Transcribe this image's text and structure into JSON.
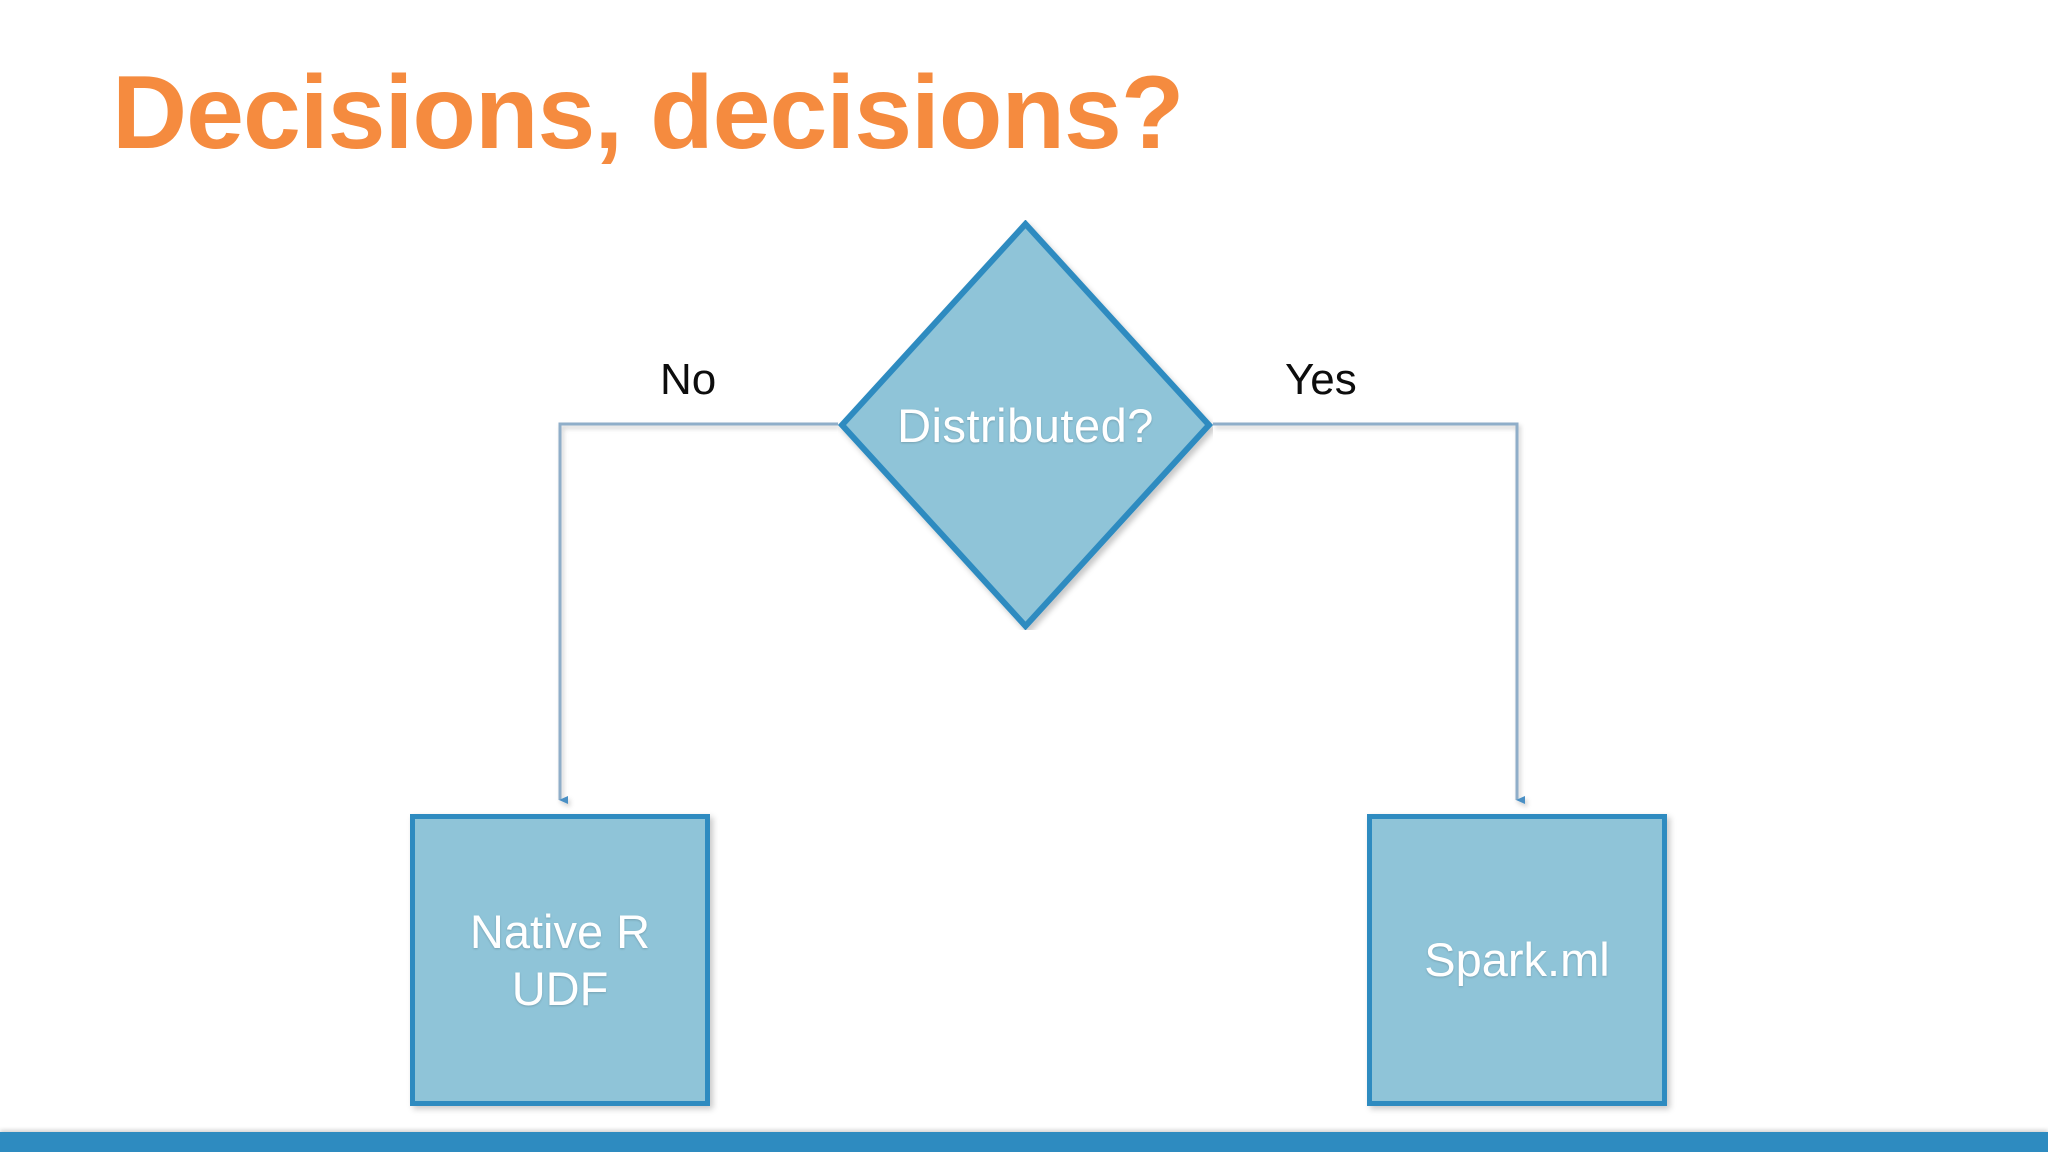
{
  "slide": {
    "title": "Decisions, decisions?",
    "title_color": "#F58B3F",
    "background_color": "#FFFFFF",
    "accent_bar_color": "#2E8BC0"
  },
  "diagram": {
    "type": "flowchart",
    "shape_fill_color": "#8FC4D8",
    "shape_border_color": "#2E8BC0",
    "connector_color": "#8FAEC9",
    "shape_text_color": "#FFFFFF",
    "decision": {
      "label": "Distributed?",
      "shape": "diamond"
    },
    "branches": [
      {
        "label": "No",
        "direction": "left",
        "target": "Native R\nUDF"
      },
      {
        "label": "Yes",
        "direction": "right",
        "target": "Spark.ml"
      }
    ],
    "outcomes": [
      {
        "label": "Native R\nUDF",
        "shape": "rectangle"
      },
      {
        "label": "Spark.ml",
        "shape": "rectangle"
      }
    ]
  }
}
